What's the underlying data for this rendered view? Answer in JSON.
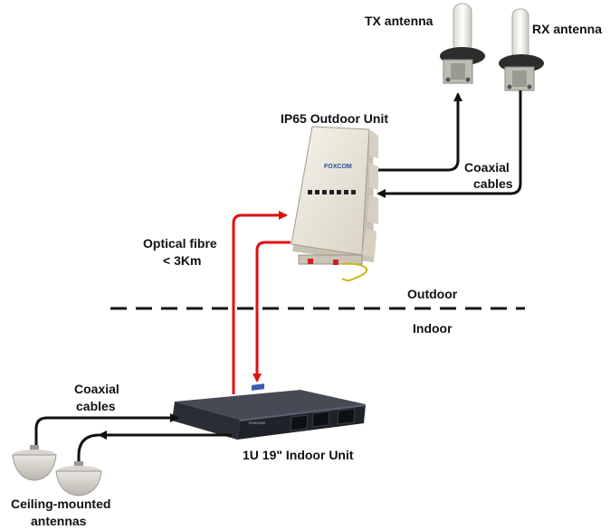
{
  "colors": {
    "optical_fibre": "#e01010",
    "coaxial": "#111111",
    "divider": "#111111",
    "unit_body": "#ece8dc",
    "rack_unit": "#2a2d35"
  },
  "labels": {
    "tx_antenna": "TX antenna",
    "rx_antenna": "RX antenna",
    "outdoor_unit": "IP65 Outdoor Unit",
    "coaxial_top_line1": "Coaxial",
    "coaxial_top_line2": "cables",
    "optical_line1": "Optical fibre",
    "optical_line2": "< 3Km",
    "outdoor": "Outdoor",
    "indoor": "Indoor",
    "coaxial_bottom_line1": "Coaxial",
    "coaxial_bottom_line2": "cables",
    "indoor_unit": "1U 19\" Indoor Unit",
    "ceiling_line1": "Ceiling-mounted",
    "ceiling_line2": "antennas"
  },
  "device_branding": {
    "outdoor_unit_logo": "FOXCOM",
    "indoor_unit_logo": "FOXCOM"
  },
  "icons": [
    "tx-antenna-icon",
    "rx-antenna-icon",
    "outdoor-unit-icon",
    "rack-unit-icon",
    "ceiling-antenna-icon"
  ]
}
